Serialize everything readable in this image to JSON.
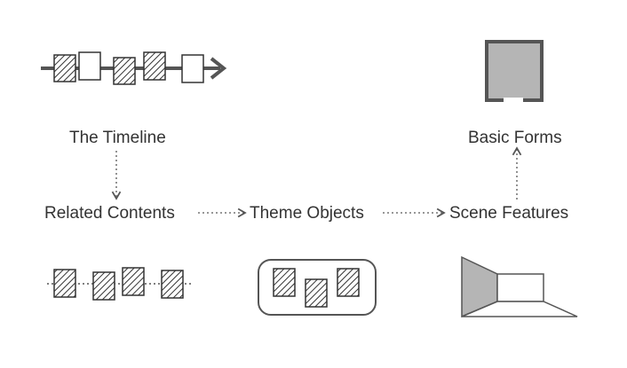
{
  "colors": {
    "ink": "#333333",
    "stroke": "#555555",
    "dotted": "#777777",
    "wall_fill": "#b5b5b5",
    "background": "#ffffff"
  },
  "labels": {
    "timeline": "The Timeline",
    "basic_forms": "Basic Forms",
    "related_contents": "Related Contents",
    "theme_objects": "Theme Objects",
    "scene_features": "Scene Features"
  },
  "icons": {
    "timeline": "timeline-icon",
    "room_plan": "room-plan-icon",
    "related_contents": "related-contents-icon",
    "theme_objects": "theme-objects-icon",
    "scene_perspective": "scene-perspective-icon"
  }
}
